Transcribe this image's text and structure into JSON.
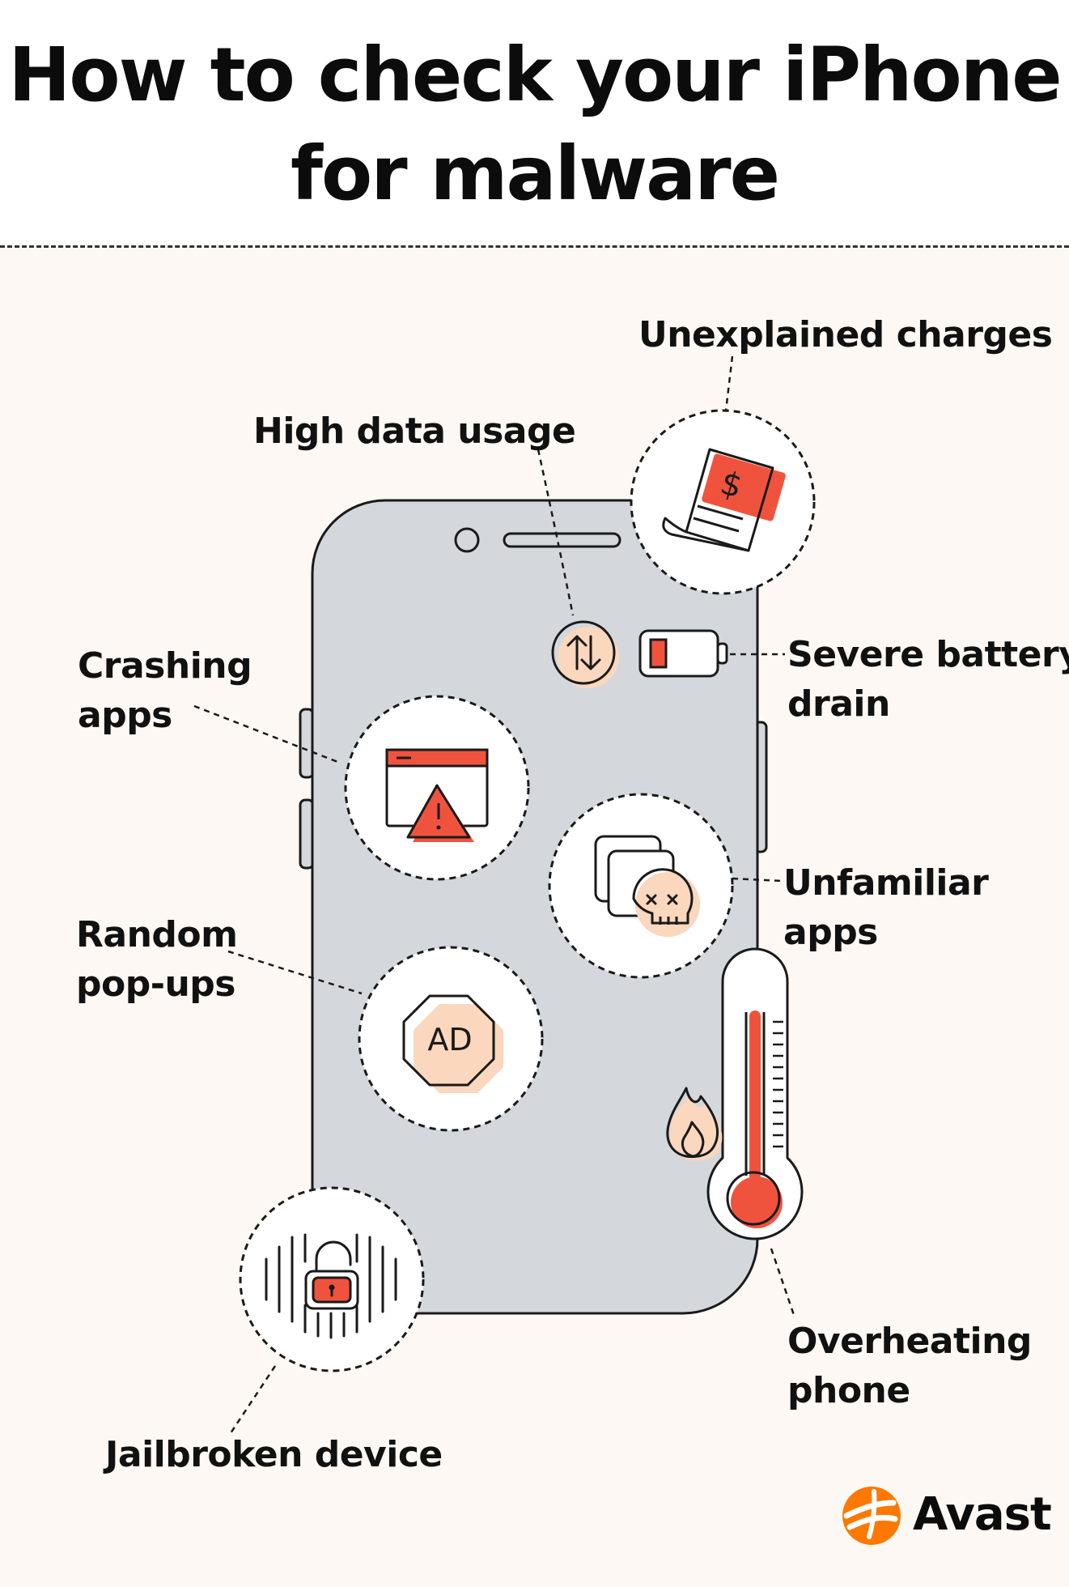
{
  "title_line1": "How to check your iPhone",
  "title_line2": "for malware",
  "signs": {
    "unexplained_charges": "Unexplained charges",
    "high_data_usage": "High data usage",
    "crashing_apps_line1": "Crashing",
    "crashing_apps_line2": "apps",
    "battery_drain_line1": "Severe battery",
    "battery_drain_line2": "drain",
    "unfamiliar_apps_line1": "Unfamiliar",
    "unfamiliar_apps_line2": "apps",
    "random_popups_line1": "Random",
    "random_popups_line2": "pop-ups",
    "overheating_line1": "Overheating",
    "overheating_line2": "phone",
    "jailbroken": "Jailbroken device"
  },
  "icons": {
    "receipt_symbol": "$",
    "ad_text": "AD"
  },
  "brand": "Avast",
  "colors": {
    "accent_red": "#f0533d",
    "accent_peach": "#fad7bd",
    "phone_gray": "#d4d8dc",
    "panel_bg": "#fdf8f3",
    "ink": "#1a1a1a"
  }
}
